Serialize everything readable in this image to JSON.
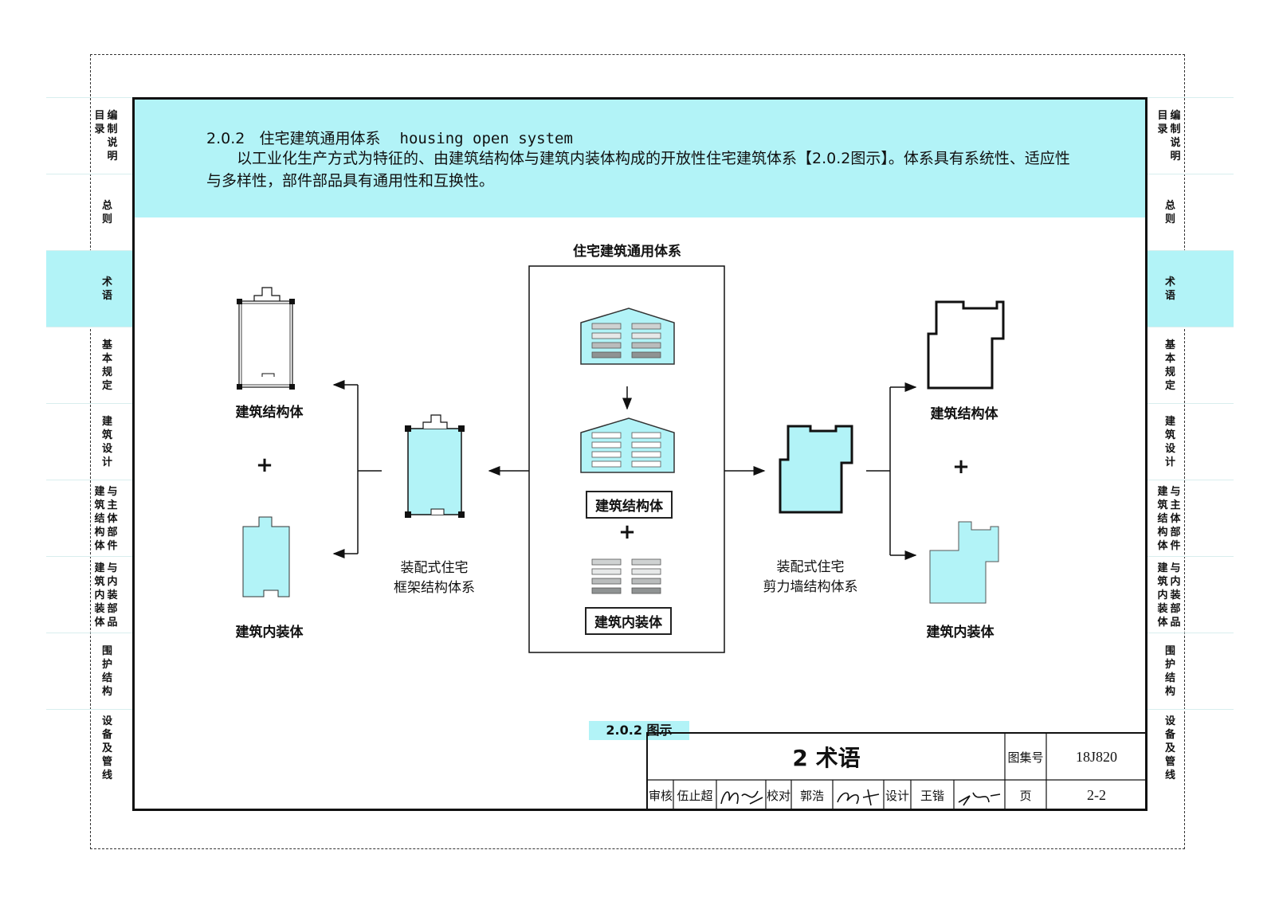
{
  "side_tabs": [
    {
      "id": "contents",
      "columns": [
        [
          "目",
          "录"
        ],
        [
          "编",
          "制",
          "说",
          "明"
        ]
      ],
      "active": false
    },
    {
      "id": "general",
      "columns": [
        [
          "总",
          "则"
        ]
      ],
      "active": false
    },
    {
      "id": "terms",
      "columns": [
        [
          "术",
          "语"
        ]
      ],
      "active": true
    },
    {
      "id": "basic",
      "columns": [
        [
          "基",
          "本",
          "规",
          "定"
        ]
      ],
      "active": false
    },
    {
      "id": "design",
      "columns": [
        [
          "建",
          "筑",
          "设",
          "计"
        ]
      ],
      "active": false
    },
    {
      "id": "structure",
      "columns": [
        [
          "建",
          "筑",
          "结",
          "构",
          "体"
        ],
        [
          "与",
          "主",
          "体",
          "部",
          "件"
        ]
      ],
      "active": false
    },
    {
      "id": "interior",
      "columns": [
        [
          "建",
          "筑",
          "内",
          "装",
          "体"
        ],
        [
          "与",
          "内",
          "装",
          "部",
          "品"
        ]
      ],
      "active": false
    },
    {
      "id": "envelope",
      "columns": [
        [
          "围",
          "护",
          "结",
          "构"
        ]
      ],
      "active": false
    },
    {
      "id": "equipment",
      "columns": [
        [
          "设",
          "备",
          "及",
          "管",
          "线"
        ]
      ],
      "active": false
    }
  ],
  "term": {
    "number": "2.0.2",
    "title": "住宅建筑通用体系",
    "english": "housing open system",
    "body": "以工业化生产方式为特征的、由建筑结构体与建筑内装体构成的开放性住宅建筑体系【2.0.2图示】。体系具有系统性、适应性与多样性，部件部品具有通用性和互换性。"
  },
  "diagram": {
    "center_title": "住宅建筑通用体系",
    "center_box_structure": "建筑结构体",
    "center_box_interior": "建筑内装体",
    "plus": "+",
    "left_structure_label": "建筑结构体",
    "left_interior_label": "建筑内装体",
    "frame_label_line1": "装配式住宅",
    "frame_label_line2": "框架结构体系",
    "wall_label_line1": "装配式住宅",
    "wall_label_line2": "剪力墙结构体系",
    "right_structure_label": "建筑结构体",
    "right_interior_label": "建筑内装体",
    "caption": "2.0.2 图示"
  },
  "title_block": {
    "chapter": "2 术语",
    "atlas_label": "图集号",
    "atlas_no": "18J820",
    "review_label": "审核",
    "reviewer": "伍止超",
    "check_label": "校对",
    "checker": "郭浩",
    "design_label": "设计",
    "designer": "王锴",
    "page_label": "页",
    "page_no": "2-2"
  },
  "colors": {
    "accent": "#b2f3f7",
    "line": "#111111"
  }
}
